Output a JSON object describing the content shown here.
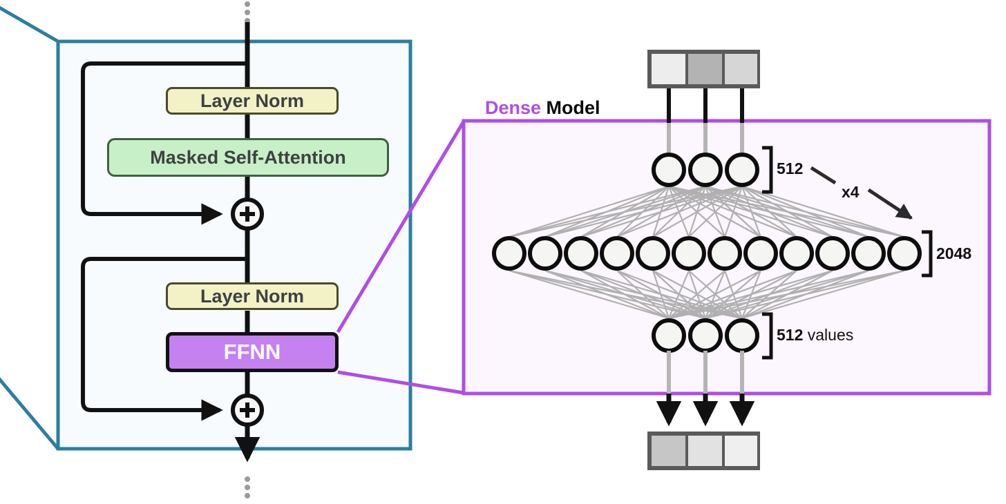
{
  "figure": {
    "type": "diagram",
    "subject": "Transformer decoder block with FFNN expanded as a dense model"
  },
  "colors": {
    "teal_border": "#2a7fa0",
    "teal_panel_fill": "#f7fbfd",
    "purple_border": "#b04ce8",
    "purple_panel_fill": "#fcf6fe",
    "ffnn_fill": "#c581f0",
    "layernorm_fill": "#f2f2c6",
    "attention_fill": "#c8f0c8",
    "connection_line": "#a8a8a8",
    "ink": "#111111"
  },
  "left_block": {
    "name": "transformer-block",
    "top_ellipsis": "⋮",
    "bottom_ellipsis": "⋮",
    "boxes": [
      {
        "id": "layer-norm-1",
        "label": "Layer Norm",
        "style": "layernorm"
      },
      {
        "id": "masked-self-attention",
        "label": "Masked Self-Attention",
        "style": "attention"
      },
      {
        "id": "layer-norm-2",
        "label": "Layer Norm",
        "style": "layernorm"
      },
      {
        "id": "ffnn",
        "label": "FFNN",
        "style": "ffnn"
      }
    ],
    "residual_adders": [
      {
        "id": "add-1",
        "symbol": "+"
      },
      {
        "id": "add-2",
        "symbol": "+"
      }
    ]
  },
  "right_panel": {
    "title_accent": "Dense",
    "title_rest": " Model",
    "input_tokens": {
      "name": "input-token-row",
      "cells": [
        {
          "index": 0,
          "fill": "#ededed"
        },
        {
          "index": 1,
          "fill": "#b3b3b3"
        },
        {
          "index": 2,
          "fill": "#d6d6d6"
        }
      ]
    },
    "output_tokens": {
      "name": "output-token-row",
      "cells": [
        {
          "index": 0,
          "fill": "#c6c6c6"
        },
        {
          "index": 1,
          "fill": "#e2e2e2"
        },
        {
          "index": 2,
          "fill": "#efefef"
        }
      ]
    },
    "layers": [
      {
        "id": "input-layer",
        "neuron_count": 3,
        "size_label": "512",
        "size_suffix": ""
      },
      {
        "id": "hidden-layer",
        "neuron_count": 12,
        "size_label": "2048",
        "size_suffix": ""
      },
      {
        "id": "output-layer",
        "neuron_count": 3,
        "size_label": "512",
        "size_suffix": " values"
      }
    ],
    "multiplier_annotation": "x4"
  }
}
